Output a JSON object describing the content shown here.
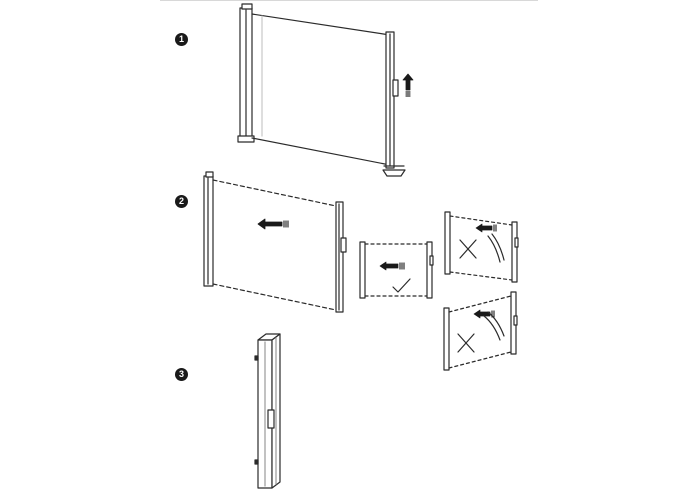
{
  "steps": [
    {
      "number": "1"
    },
    {
      "number": "2"
    },
    {
      "number": "3"
    }
  ],
  "icons": {
    "correct": "check-mark-icon",
    "incorrect": "cross-mark-icon",
    "pull_up": "up-arrow-icon",
    "pull_left": "left-arrow-icon"
  },
  "colors": {
    "line": "#2b2b2b",
    "screen": "#ffffff",
    "badge": "#1a1a1a"
  }
}
